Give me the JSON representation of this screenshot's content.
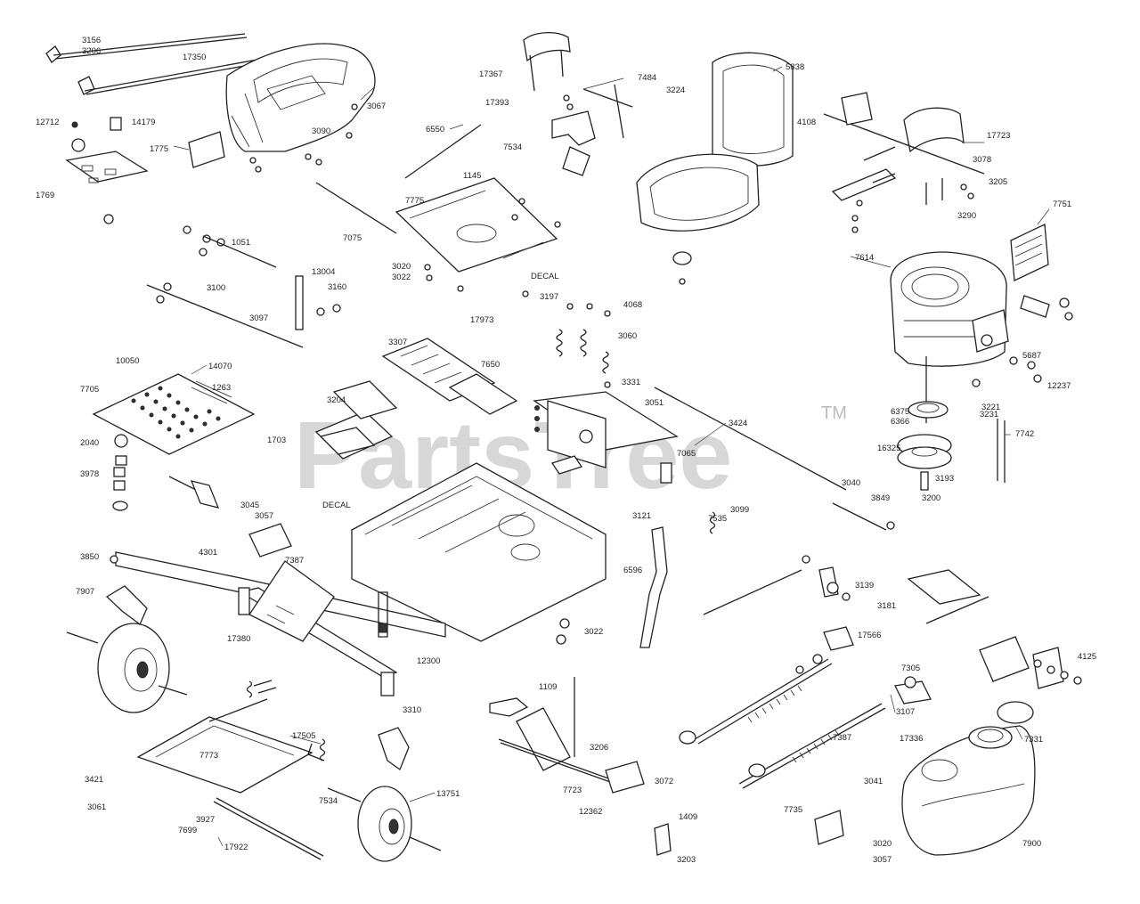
{
  "watermark": {
    "brand": "PartsTree",
    "trademark": "TM"
  },
  "callouts": [
    "3156",
    "3206",
    "17350",
    "12712",
    "14179",
    "1769",
    "1775",
    "3067",
    "3090",
    "6550",
    "17367",
    "17393",
    "7484",
    "3224",
    "7534",
    "5838",
    "17723",
    "3078",
    "4108",
    "3205",
    "3290",
    "7775",
    "1145",
    "7075",
    "3020",
    "3022",
    "1051",
    "3160",
    "13004",
    "3100",
    "3097",
    "17973",
    "3197",
    "7650",
    "3307",
    "4068",
    "3060",
    "3331",
    "14070",
    "1263",
    "3204",
    "1703",
    "10050",
    "7705",
    "2040",
    "3978",
    "3850",
    "7907",
    "17380",
    "12300",
    "3310",
    "3045",
    "3057",
    "7387",
    "4301",
    "3424",
    "7065",
    "3051",
    "3849",
    "3040",
    "7751",
    "3231",
    "7614",
    "6375",
    "6366",
    "5687",
    "12237",
    "3221",
    "7742",
    "16325",
    "3193",
    "3200",
    "7535",
    "3099",
    "3139",
    "3181",
    "7305",
    "3107",
    "7331",
    "7735",
    "3041",
    "17566",
    "7387",
    "1109",
    "3206",
    "7723",
    "3072",
    "12362",
    "1409",
    "3203",
    "17505",
    "3421",
    "7534",
    "13751",
    "17922",
    "7773",
    "3061",
    "7699",
    "3927",
    "4125",
    "17336",
    "3022",
    "6596",
    "3121",
    "7900",
    "DECAL",
    "DECAL",
    "3020",
    "3057"
  ]
}
